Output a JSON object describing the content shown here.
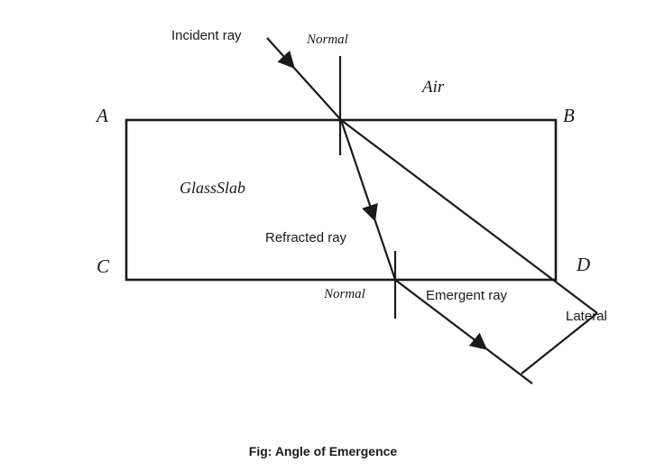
{
  "figure": {
    "caption": "Fig: Angle of Emergence",
    "colors": {
      "ink": "#1a1a1a",
      "background": "#ffffff"
    },
    "labels": {
      "incident_ray": "Incident ray",
      "normal_top": "Normal",
      "air": "Air",
      "corner_a": "A",
      "corner_b": "B",
      "glass_slab": "GlassSlab",
      "refracted_ray": "Refracted ray",
      "corner_c": "C",
      "corner_d": "D",
      "normal_bottom": "Normal",
      "emergent_ray": "Emergent ray",
      "lateral": "Lateral"
    }
  }
}
